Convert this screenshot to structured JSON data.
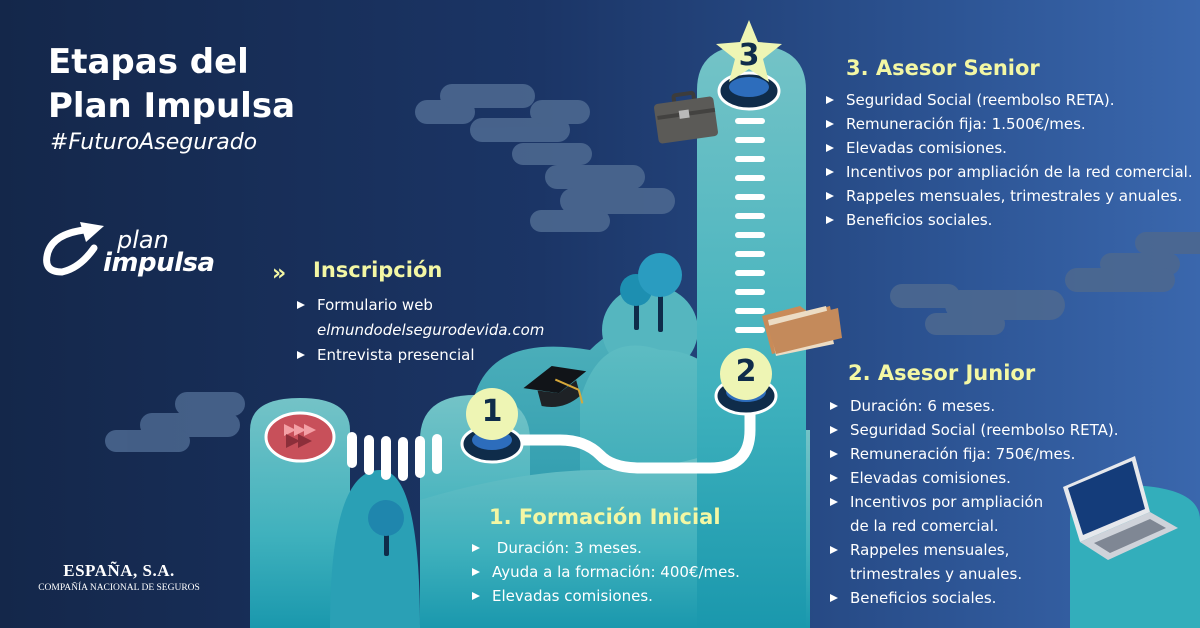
{
  "header": {
    "title_line1": "Etapas del",
    "title_line2": "Plan Impulsa",
    "hashtag": "#FuturoAsegurado"
  },
  "logo": {
    "word1": "plan",
    "word2": "impulsa",
    "icon": "curved-arrow-icon"
  },
  "inscripcion": {
    "title": "Inscripción",
    "items": [
      {
        "label": "Formulario web",
        "sub": "elmundodelsegurodevida.com"
      },
      {
        "label": "Entrevista presencial"
      }
    ]
  },
  "stages": [
    {
      "number": "1",
      "title": "1. Formación Inicial",
      "items": [
        " Duración: 3 meses.",
        "Ayuda a la formación: 400€/mes.",
        "Elevadas comisiones."
      ]
    },
    {
      "number": "2",
      "title": "2. Asesor Junior",
      "items": [
        "Duración: 6 meses.",
        "Seguridad Social (reembolso RETA).",
        "Remuneración fija: 750€/mes.",
        "Elevadas comisiones.",
        "Incentivos por ampliación\nde la red comercial.",
        "Rappeles mensuales,\ntrimestrales y anuales.",
        "Beneficios sociales."
      ]
    },
    {
      "number": "3",
      "title": "3. Asesor Senior",
      "items": [
        "Seguridad Social (reembolso RETA).",
        "Remuneración fija: 1.500€/mes.",
        "Elevadas comisiones.",
        "Incentivos por ampliación de la red comercial.",
        "Rappeles mensuales, trimestrales y anuales.",
        "Beneficios sociales."
      ]
    }
  ],
  "company": {
    "name": "ESPAÑA, S.A.",
    "subtitle": "COMPAÑÍA NACIONAL DE SEGUROS"
  },
  "colors": {
    "background_dark": "#14274a",
    "background_light": "#3a67ad",
    "accent_yellow": "#f3f7a4",
    "teal": "#6fc3c4",
    "teal_dark": "#23a3b3",
    "cloud": "#4f6a90",
    "start_red": "#c8505a"
  },
  "icons": [
    "briefcase-icon",
    "folder-icon",
    "graduation-cap-icon",
    "laptop-icon",
    "star-icon",
    "double-chevron-icon",
    "tree-icon",
    "cloud-icon"
  ]
}
